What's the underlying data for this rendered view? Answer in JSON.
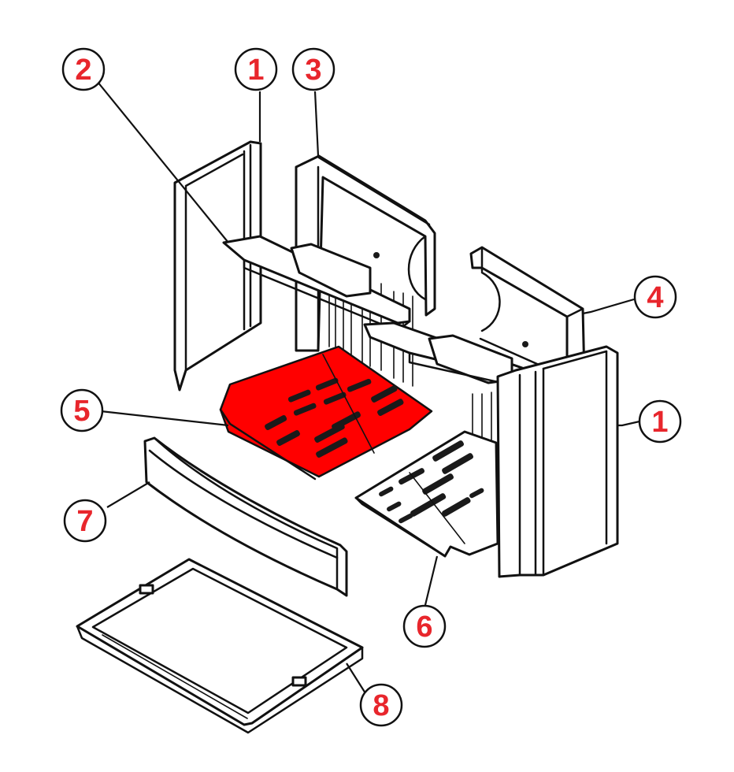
{
  "accent_color": "#e8262c",
  "highlight_color": "#ff0000",
  "callouts": [
    {
      "id": "c2a",
      "label": "2"
    },
    {
      "id": "c1a",
      "label": "1"
    },
    {
      "id": "c3",
      "label": "3"
    },
    {
      "id": "c4",
      "label": "4"
    },
    {
      "id": "c5",
      "label": "5"
    },
    {
      "id": "c1b",
      "label": "1"
    },
    {
      "id": "c7",
      "label": "7"
    },
    {
      "id": "c6",
      "label": "6"
    },
    {
      "id": "c8",
      "label": "8"
    }
  ]
}
